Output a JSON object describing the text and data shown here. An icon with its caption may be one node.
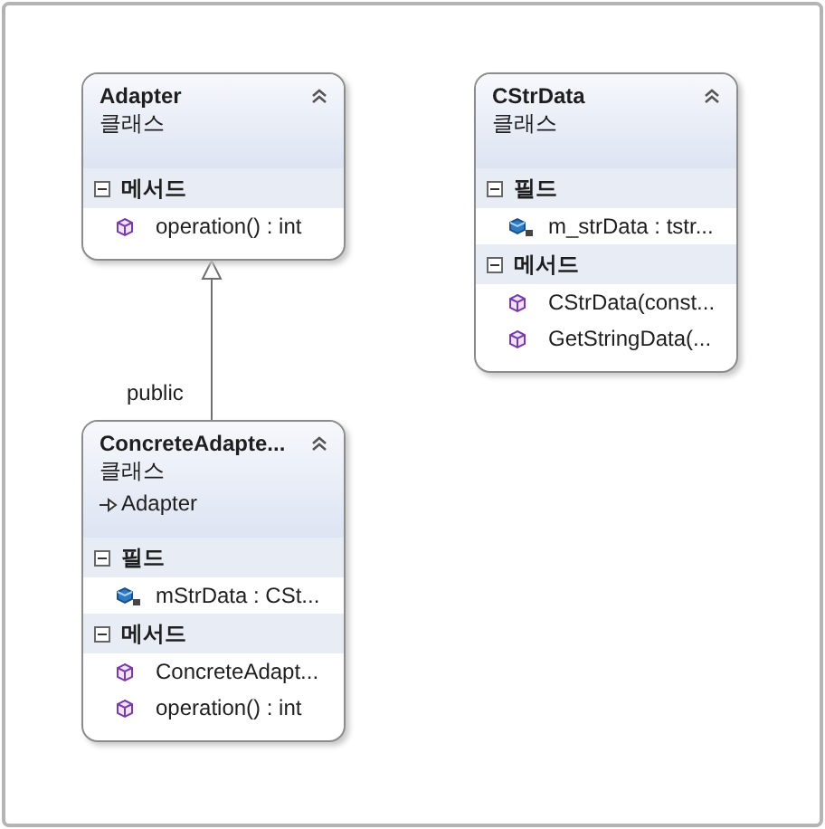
{
  "diagram": {
    "nodes": [
      {
        "text": [
          "Adapter",
          "클래스",
          "메서드",
          "operation() : int"
        ]
      },
      {
        "text": [
          "CStrData",
          "클래스",
          "필드",
          "m_strData : tstr...",
          "메서드",
          "CStrData(const...",
          "GetStringData(..."
        ]
      },
      {
        "text": [
          "ConcreteAdapte...",
          "클래스",
          "Adapter",
          "필드",
          "mStrData : CSt...",
          "메서드",
          "ConcreteAdapt...",
          "operation() : int"
        ]
      }
    ],
    "edges": [
      {
        "from": 2,
        "to": 0,
        "arrow": "to",
        "label": "public"
      }
    ]
  }
}
